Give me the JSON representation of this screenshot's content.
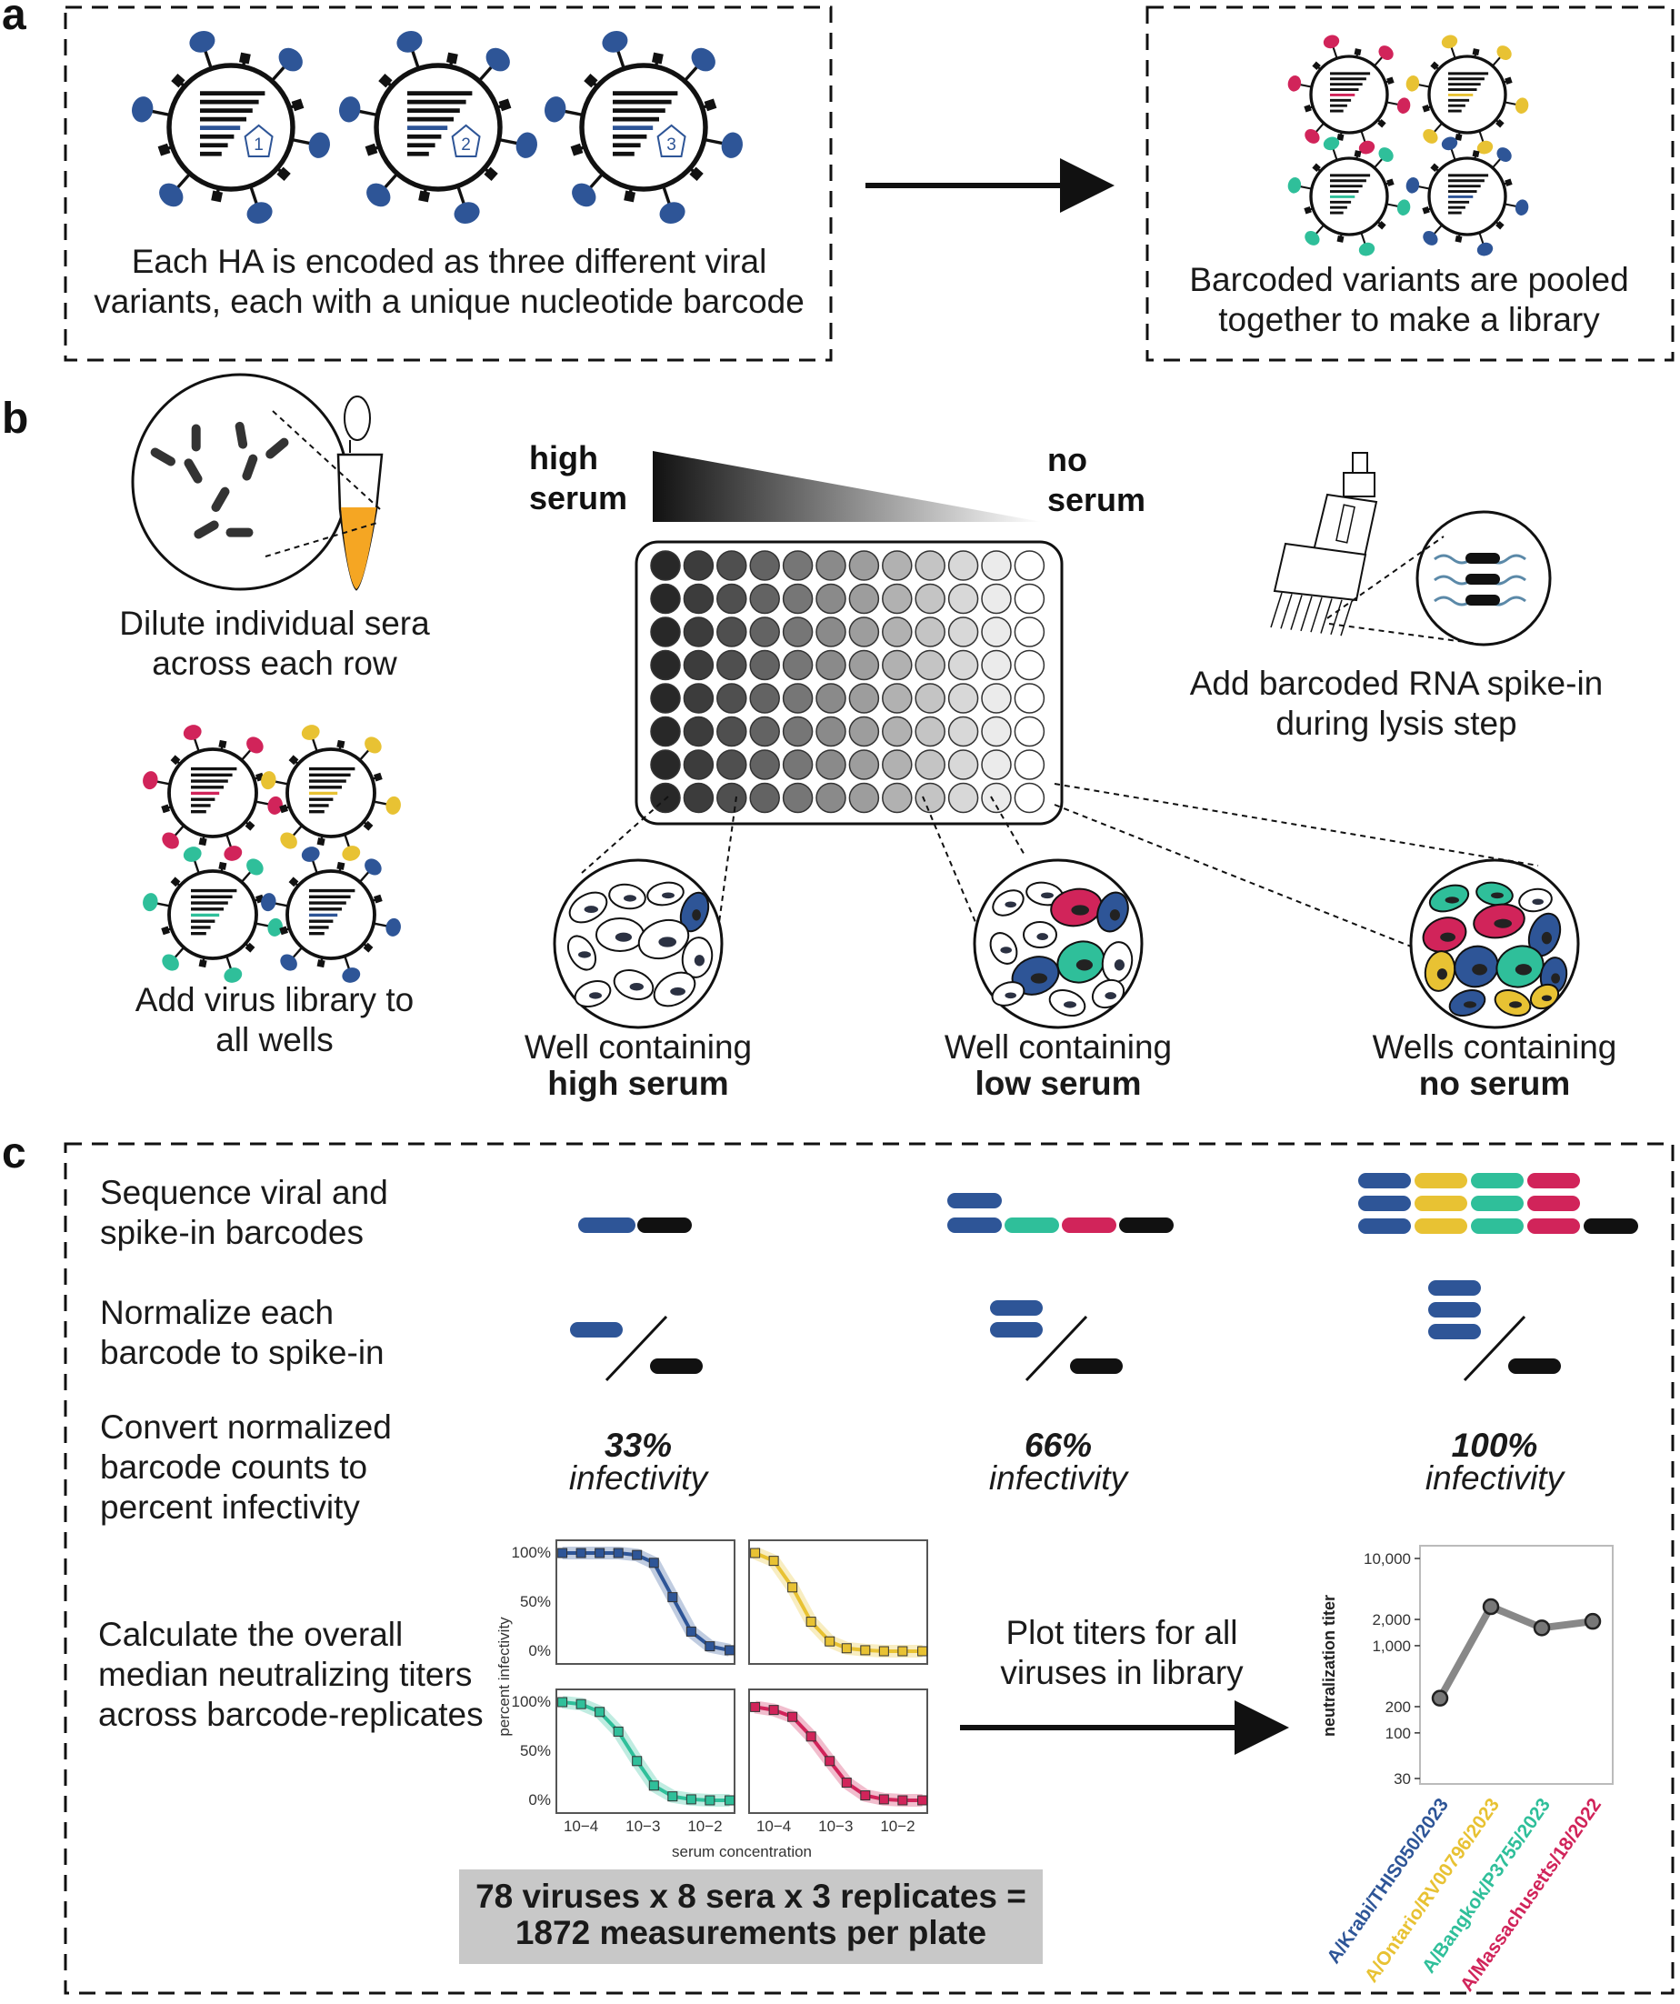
{
  "panel_labels": {
    "a": "a",
    "b": "b",
    "c": "c"
  },
  "panel_a": {
    "left_caption_line1": "Each HA is encoded as three different viral",
    "left_caption_line2": "variants, each with a unique nucleotide barcode",
    "barcode_numbers": [
      "1",
      "2",
      "3"
    ],
    "right_caption_line1": "Barcoded variants are pooled",
    "right_caption_line2": "together to make a library"
  },
  "panel_b": {
    "gradient_high_line1": "high",
    "gradient_high_line2": "serum",
    "gradient_no_line1": "no",
    "gradient_no_line2": "serum",
    "dilute_line1": "Dilute individual sera",
    "dilute_line2": "across each row",
    "spike_line1": "Add barcoded RNA spike-in",
    "spike_line2": "during lysis step",
    "library_line1": "Add virus library to",
    "library_line2": "all wells",
    "well_high_line1": "Well containing",
    "well_high_line2": "high serum",
    "well_low_line1": "Well containing",
    "well_low_line2": "low serum",
    "well_none_line1": "Wells containing",
    "well_none_line2": "no serum"
  },
  "panel_c": {
    "step1_line1": "Sequence viral and",
    "step1_line2": "spike-in barcodes",
    "step2_line1": "Normalize each",
    "step2_line2": "barcode to spike-in",
    "step3_line1": "Convert normalized",
    "step3_line2": "barcode counts to",
    "step3_line3": "percent infectivity",
    "step4_line1": "Calculate the overall",
    "step4_line2": "median neutralizing titers",
    "step4_line3": "across barcode-replicates",
    "infectivity": [
      {
        "pct": "33%",
        "word": "infectivity"
      },
      {
        "pct": "66%",
        "word": "infectivity"
      },
      {
        "pct": "100%",
        "word": "infectivity"
      }
    ],
    "plot_caption_line1": "Plot titers for all",
    "plot_caption_line2": "viruses in library",
    "summary_line1": "78 viruses x 8 sera x 3 replicates =",
    "summary_line2": "1872 measurements per plate"
  },
  "colors": {
    "blue": "#2e5597",
    "yellow": "#e8c233",
    "teal": "#2fbf9a",
    "red": "#d1245a",
    "black": "#111111",
    "orange": "#f5a623"
  },
  "chart_data": [
    {
      "type": "line",
      "chart": "neutralization curves (2x2 small multiples)",
      "xlabel": "serum concentration",
      "ylabel": "percent infectivity",
      "x_scale": "log",
      "x_ticks": [
        "10−4",
        "10−3",
        "10−2"
      ],
      "y_ticks": [
        "100%",
        "50%",
        "0%"
      ],
      "series": [
        {
          "color": "#2e5597",
          "x": [
            5e-05,
            0.0001,
            0.0002,
            0.0004,
            0.0008,
            0.0015,
            0.003,
            0.006,
            0.012,
            0.025
          ],
          "y": [
            1.0,
            1.0,
            1.0,
            1.0,
            0.98,
            0.9,
            0.55,
            0.2,
            0.05,
            0.01
          ]
        },
        {
          "color": "#e8c233",
          "x": [
            5e-05,
            0.0001,
            0.0002,
            0.0004,
            0.0008,
            0.0015,
            0.003,
            0.006,
            0.012,
            0.025
          ],
          "y": [
            1.0,
            0.92,
            0.65,
            0.3,
            0.1,
            0.03,
            0.01,
            0.0,
            0.0,
            0.0
          ]
        },
        {
          "color": "#2fbf9a",
          "x": [
            5e-05,
            0.0001,
            0.0002,
            0.0004,
            0.0008,
            0.0015,
            0.003,
            0.006,
            0.012,
            0.025
          ],
          "y": [
            1.0,
            0.98,
            0.9,
            0.7,
            0.4,
            0.15,
            0.04,
            0.01,
            0.0,
            0.0
          ]
        },
        {
          "color": "#d1245a",
          "x": [
            5e-05,
            0.0001,
            0.0002,
            0.0004,
            0.0008,
            0.0015,
            0.003,
            0.006,
            0.012,
            0.025
          ],
          "y": [
            0.95,
            0.92,
            0.85,
            0.65,
            0.4,
            0.18,
            0.05,
            0.01,
            0.0,
            0.0
          ]
        }
      ]
    },
    {
      "type": "line",
      "ylabel": "neutralization titer",
      "y_scale": "log",
      "ylim": [
        30,
        10000
      ],
      "y_ticks": [
        "10,000",
        "2,000",
        "1,000",
        "200",
        "100",
        "30"
      ],
      "categories": [
        "A/Krabi/THIS050/2023",
        "A/Ontario/RV00796/2023",
        "A/Bangkok/P3755/2023",
        "A/Massachusetts/18/2022"
      ],
      "category_colors": [
        "#2e5597",
        "#e8c233",
        "#2fbf9a",
        "#d1245a"
      ],
      "values": [
        250,
        2800,
        1600,
        1900
      ]
    }
  ]
}
